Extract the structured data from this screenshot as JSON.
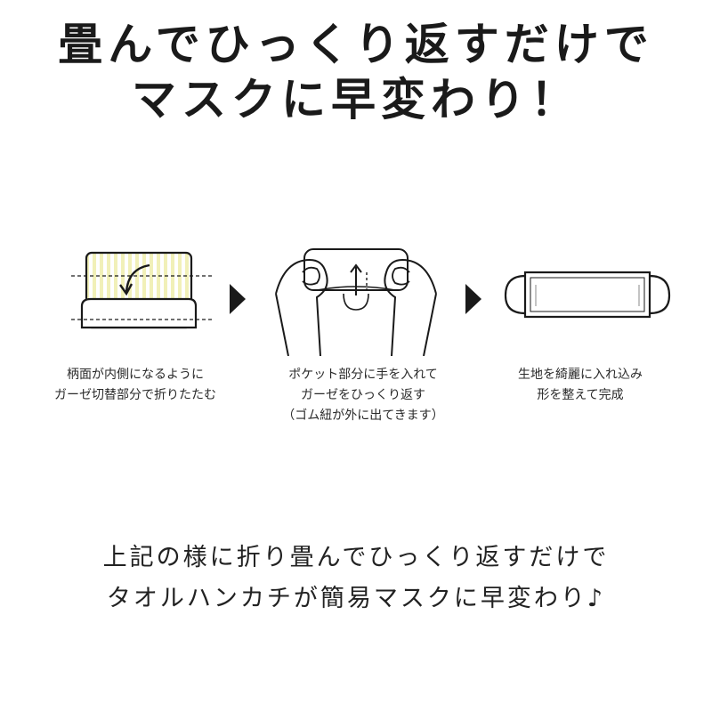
{
  "headline": {
    "line1": "畳んでひっくり返すだけで",
    "line2": "マスクに早変わり！"
  },
  "steps": [
    {
      "lines": [
        "柄面が内側になるように",
        "ガーゼ切替部分で折りたたむ"
      ],
      "icon": "folded-towel-illustration"
    },
    {
      "lines": [
        "ポケット部分に手を入れて",
        "ガーゼをひっくり返す",
        "（ゴム紐が外に出てきます）"
      ],
      "icon": "hands-flipping-illustration"
    },
    {
      "lines": [
        "生地を綺麗に入れ込み",
        "形を整えて完成"
      ],
      "icon": "finished-mask-illustration"
    }
  ],
  "bottom": {
    "line1": "上記の様に折り畳んでひっくり返すだけで",
    "line2": "タオルハンカチが簡易マスクに早変わり♪"
  },
  "colors": {
    "stripe": "#f1f0b8",
    "ink": "#1a1a1a"
  }
}
